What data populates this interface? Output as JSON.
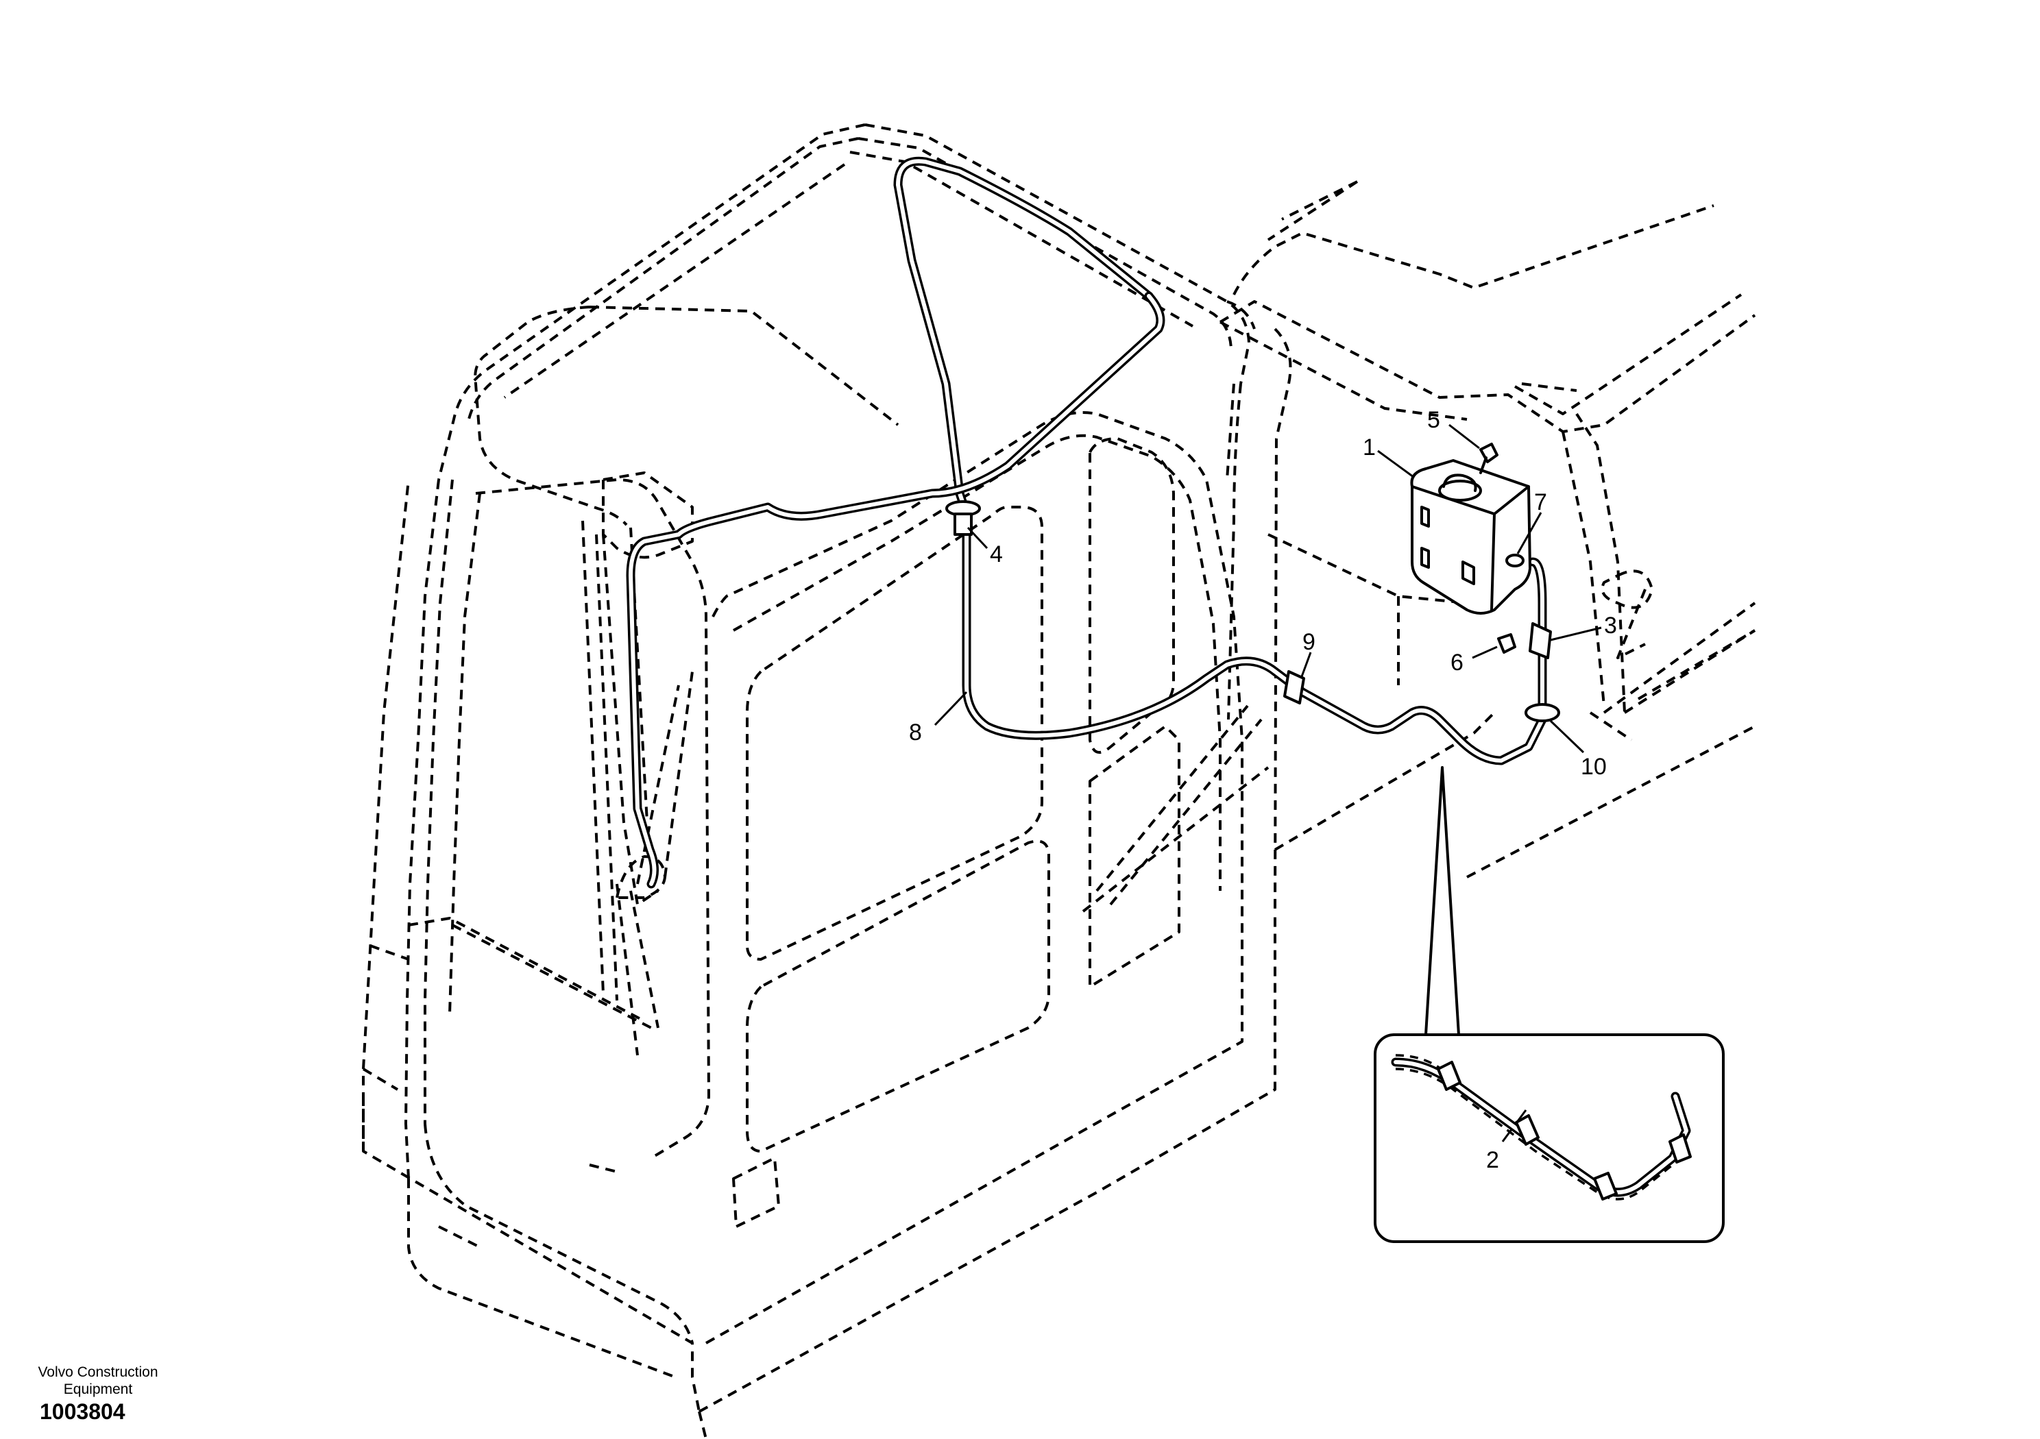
{
  "callouts": [
    "1",
    "2",
    "3",
    "4",
    "5",
    "6",
    "7",
    "8",
    "9",
    "10"
  ],
  "footer": {
    "company_line1": "Volvo Construction",
    "company_line2": "Equipment",
    "drawing_number": "1003804"
  }
}
